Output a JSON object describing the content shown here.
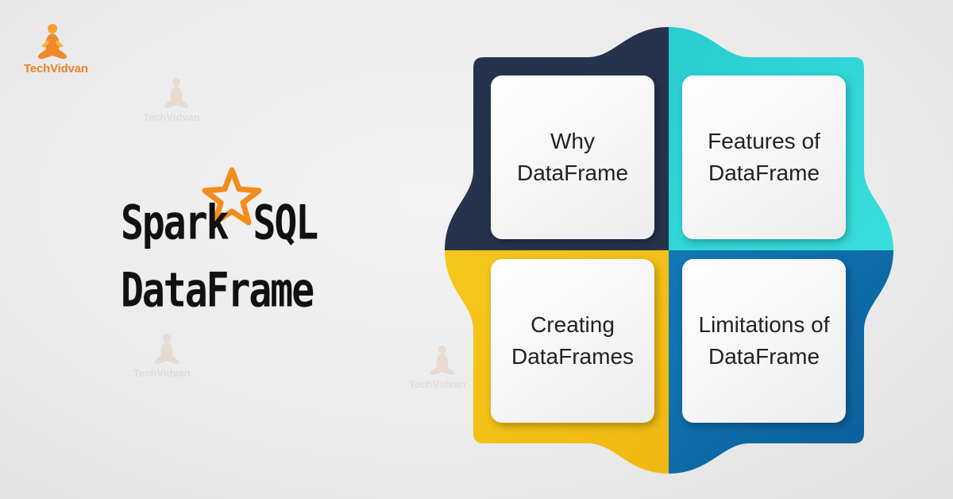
{
  "brand": {
    "name": "TechVidvan",
    "logo_icon": "meditating-figure-icon",
    "accent": "#e9822b"
  },
  "title": {
    "line1_a": "Spark",
    "line1_b": "SQL",
    "line2": "DataFrame",
    "star_color": "#f28c1b"
  },
  "cards": {
    "top_left": {
      "label": "Why DataFrame",
      "color": "#26334d"
    },
    "top_right": {
      "label": "Features of DataFrame",
      "color": "#2ed3d0"
    },
    "bottom_left": {
      "label": "Creating DataFrames",
      "color": "#f5c418"
    },
    "bottom_right": {
      "label": "Limitations of DataFrame",
      "color": "#0f7fbf"
    }
  }
}
